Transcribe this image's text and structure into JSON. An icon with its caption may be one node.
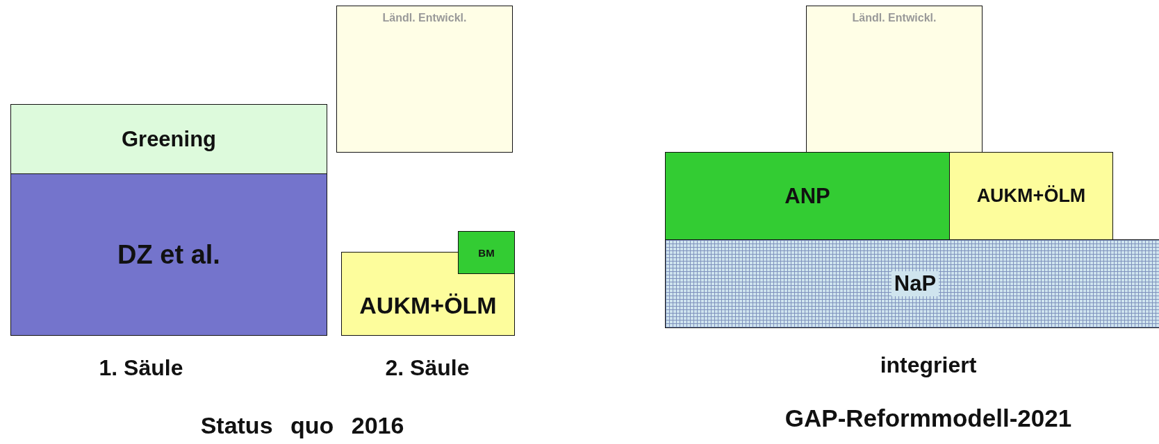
{
  "diagram": {
    "nodes": [
      {
        "text": [
          "Ländl. Entwickl."
        ]
      },
      {
        "text": [
          "Greening"
        ]
      },
      {
        "text": [
          "DZ et al."
        ]
      },
      {
        "text": [
          "BM"
        ]
      },
      {
        "text": [
          "AUKM+ÖLM"
        ]
      },
      {
        "text": [
          "Ländl. Entwickl."
        ]
      },
      {
        "text": [
          "ANP"
        ]
      },
      {
        "text": [
          "AUKM+ÖLM"
        ]
      },
      {
        "text": [
          "NaP"
        ]
      }
    ],
    "labels": [
      "1. Säule",
      "2. Säule",
      "Status quo 2016",
      "integriert",
      "GAP-Reformmodell-2021"
    ]
  }
}
